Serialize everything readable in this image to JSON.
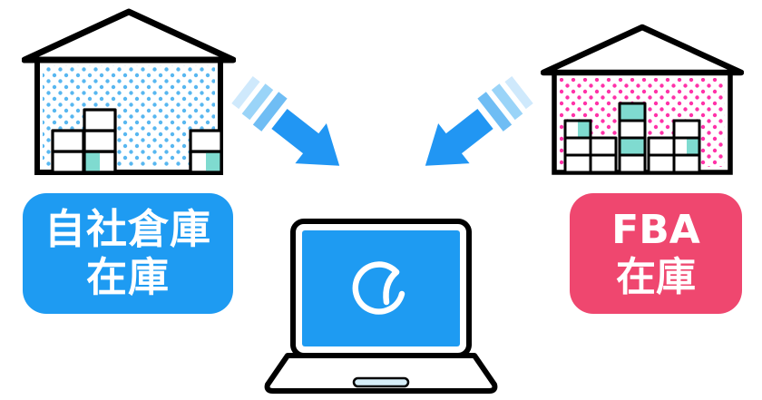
{
  "badges": {
    "left": {
      "line1": "自社倉庫",
      "line2": "在庫",
      "bg": "#1E9BF2",
      "text_color": "#FFFFFF"
    },
    "right": {
      "line1": "FBA",
      "line2": "在庫",
      "bg": "#EF476F",
      "text_color": "#FFFFFF"
    }
  },
  "icons": {
    "left_warehouse": "warehouse-with-stacked-boxes-blue-dots",
    "right_warehouse": "warehouse-with-stacked-boxes-pink-dots",
    "laptop": "laptop-with-circular-sync-logo",
    "arrow_left": "striped-blue-arrow-down-right",
    "arrow_right": "striped-blue-arrow-down-left"
  },
  "colors": {
    "arrow": "#2196F3",
    "arrow_stripes": [
      "#CFE9FC",
      "#9AD4F8",
      "#6FBDF4"
    ],
    "left_warehouse_dots": "#58B7F0",
    "right_warehouse_dots": "#FF32A8",
    "box_accent_teal": "#7FDBD0",
    "laptop_screen": "#1E9BF2",
    "outline": "#000000",
    "background": "#FFFFFF"
  }
}
